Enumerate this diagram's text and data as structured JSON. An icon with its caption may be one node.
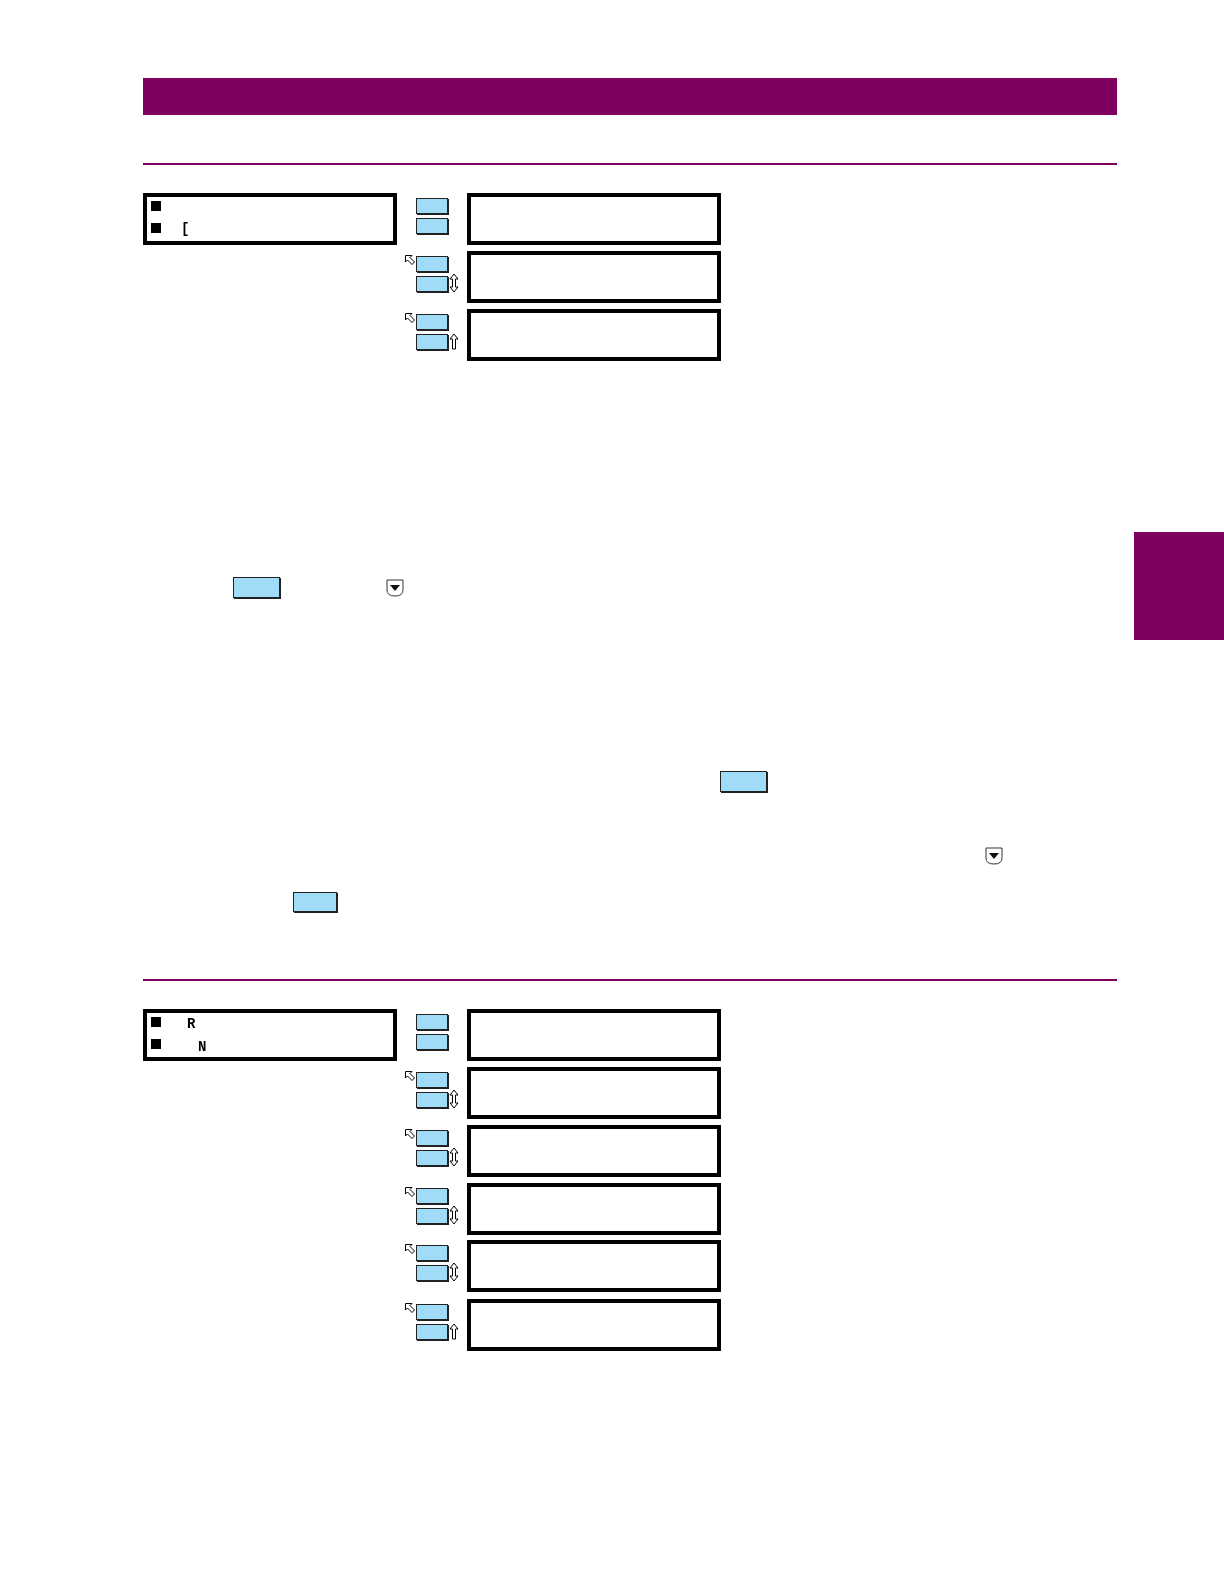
{
  "diagram": {
    "nodes": [
      {
        "text": [],
        "shape": "bar"
      },
      {
        "text": [
          "["
        ]
      },
      {
        "text": [],
        "shape": "box"
      },
      {
        "text": [],
        "shape": "box"
      },
      {
        "text": [],
        "shape": "box"
      },
      {
        "text": [],
        "shape": "bar"
      },
      {
        "text": [
          "R",
          "N"
        ]
      },
      {
        "text": [],
        "shape": "box"
      },
      {
        "text": [],
        "shape": "box"
      },
      {
        "text": [],
        "shape": "box"
      },
      {
        "text": [],
        "shape": "box"
      },
      {
        "text": [],
        "shape": "box"
      },
      {
        "text": [],
        "shape": "box"
      }
    ],
    "edges": []
  }
}
